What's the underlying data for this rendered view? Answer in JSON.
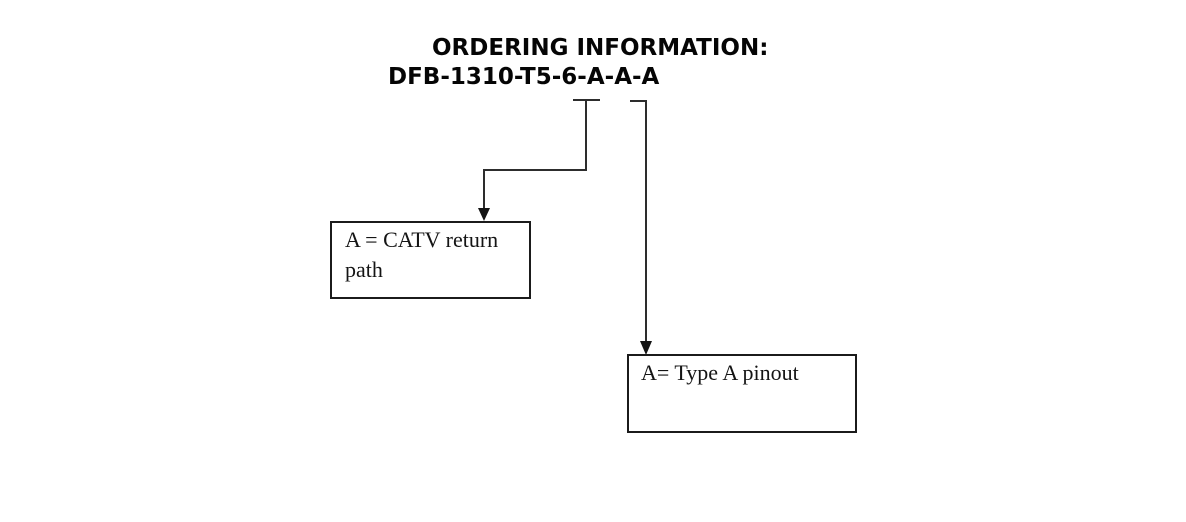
{
  "diagram": {
    "title": "ORDERING INFORMATION:",
    "part_number": "DFB-1310-T5-6-A-A-A",
    "callouts": [
      {
        "id": "catv-return-path",
        "lines": [
          "A = CATV return",
          "path"
        ]
      },
      {
        "id": "type-a-pinout",
        "lines": [
          "A= Type A pinout"
        ]
      }
    ],
    "colors": {
      "background": "#ffffff",
      "ink": "#050505",
      "connector_line": "#2d2d2d",
      "box_border": "#1b1b1b",
      "box_text": "#141414"
    }
  }
}
